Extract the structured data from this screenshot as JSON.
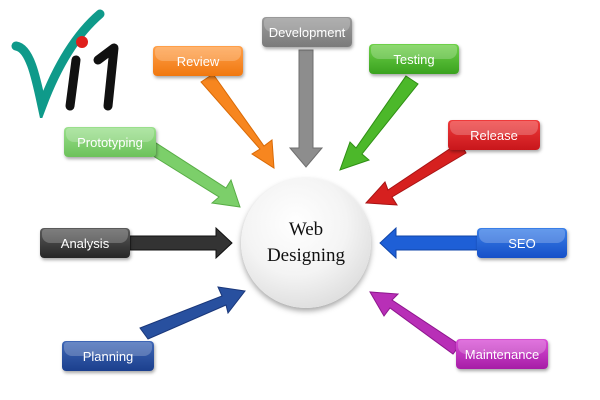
{
  "logo": {
    "text": "Vi1"
  },
  "center": {
    "line1": "Web",
    "line2": "Designing"
  },
  "stages": {
    "development": "Development",
    "review": "Review",
    "testing": "Testing",
    "prototyping": "Prototyping",
    "release": "Release",
    "analysis": "Analysis",
    "seo": "SEO",
    "planning": "Planning",
    "maintenance": "Maintenance"
  },
  "colors": {
    "development": "#8a8a8a",
    "review": "#f7861f",
    "testing": "#4cb82a",
    "prototyping": "#7ccf6a",
    "release": "#d6201f",
    "analysis": "#333333",
    "seo": "#1e5fd6",
    "planning": "#28509f",
    "maintenance": "#b82fb7"
  }
}
